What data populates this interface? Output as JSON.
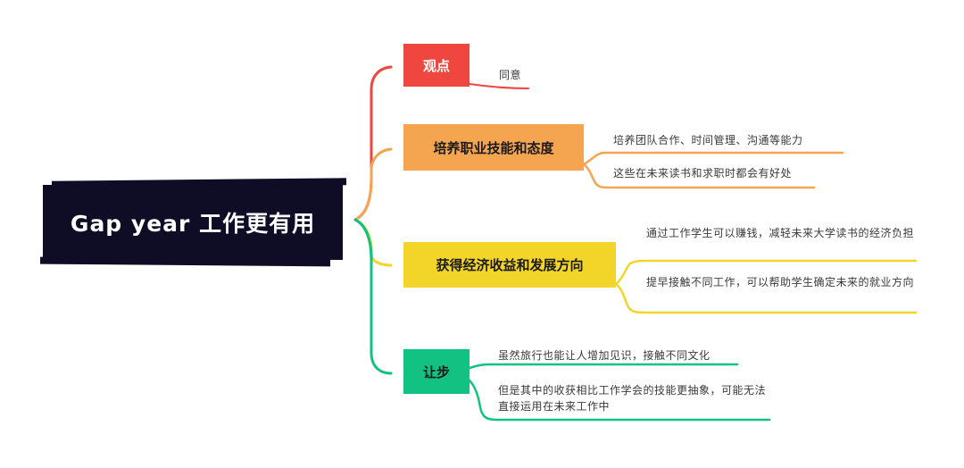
{
  "root": {
    "label": "Gap year 工作更有用"
  },
  "branches": [
    {
      "label": "观点",
      "color": "#ef4740",
      "leaves": [
        "同意"
      ]
    },
    {
      "label": "培养职业技能和态度",
      "color": "#f5a450",
      "leaves": [
        "培养团队合作、时间管理、沟通等能力",
        "这些在未来读书和求职时都会有好处"
      ]
    },
    {
      "label": "获得经济收益和发展方向",
      "color": "#f3d52a",
      "leaves": [
        "通过工作学生可以赚钱，减轻未来大学读书的经济负担",
        "提早接触不同工作，可以帮助学生确定未来的就业方向"
      ]
    },
    {
      "label": "让步",
      "color": "#12c282",
      "leaves": [
        "虽然旅行也能让人增加见识，接触不同文化",
        "但是其中的收获相比工作学会的技能更抽象，可能无法直接运用在未来工作中"
      ]
    }
  ]
}
